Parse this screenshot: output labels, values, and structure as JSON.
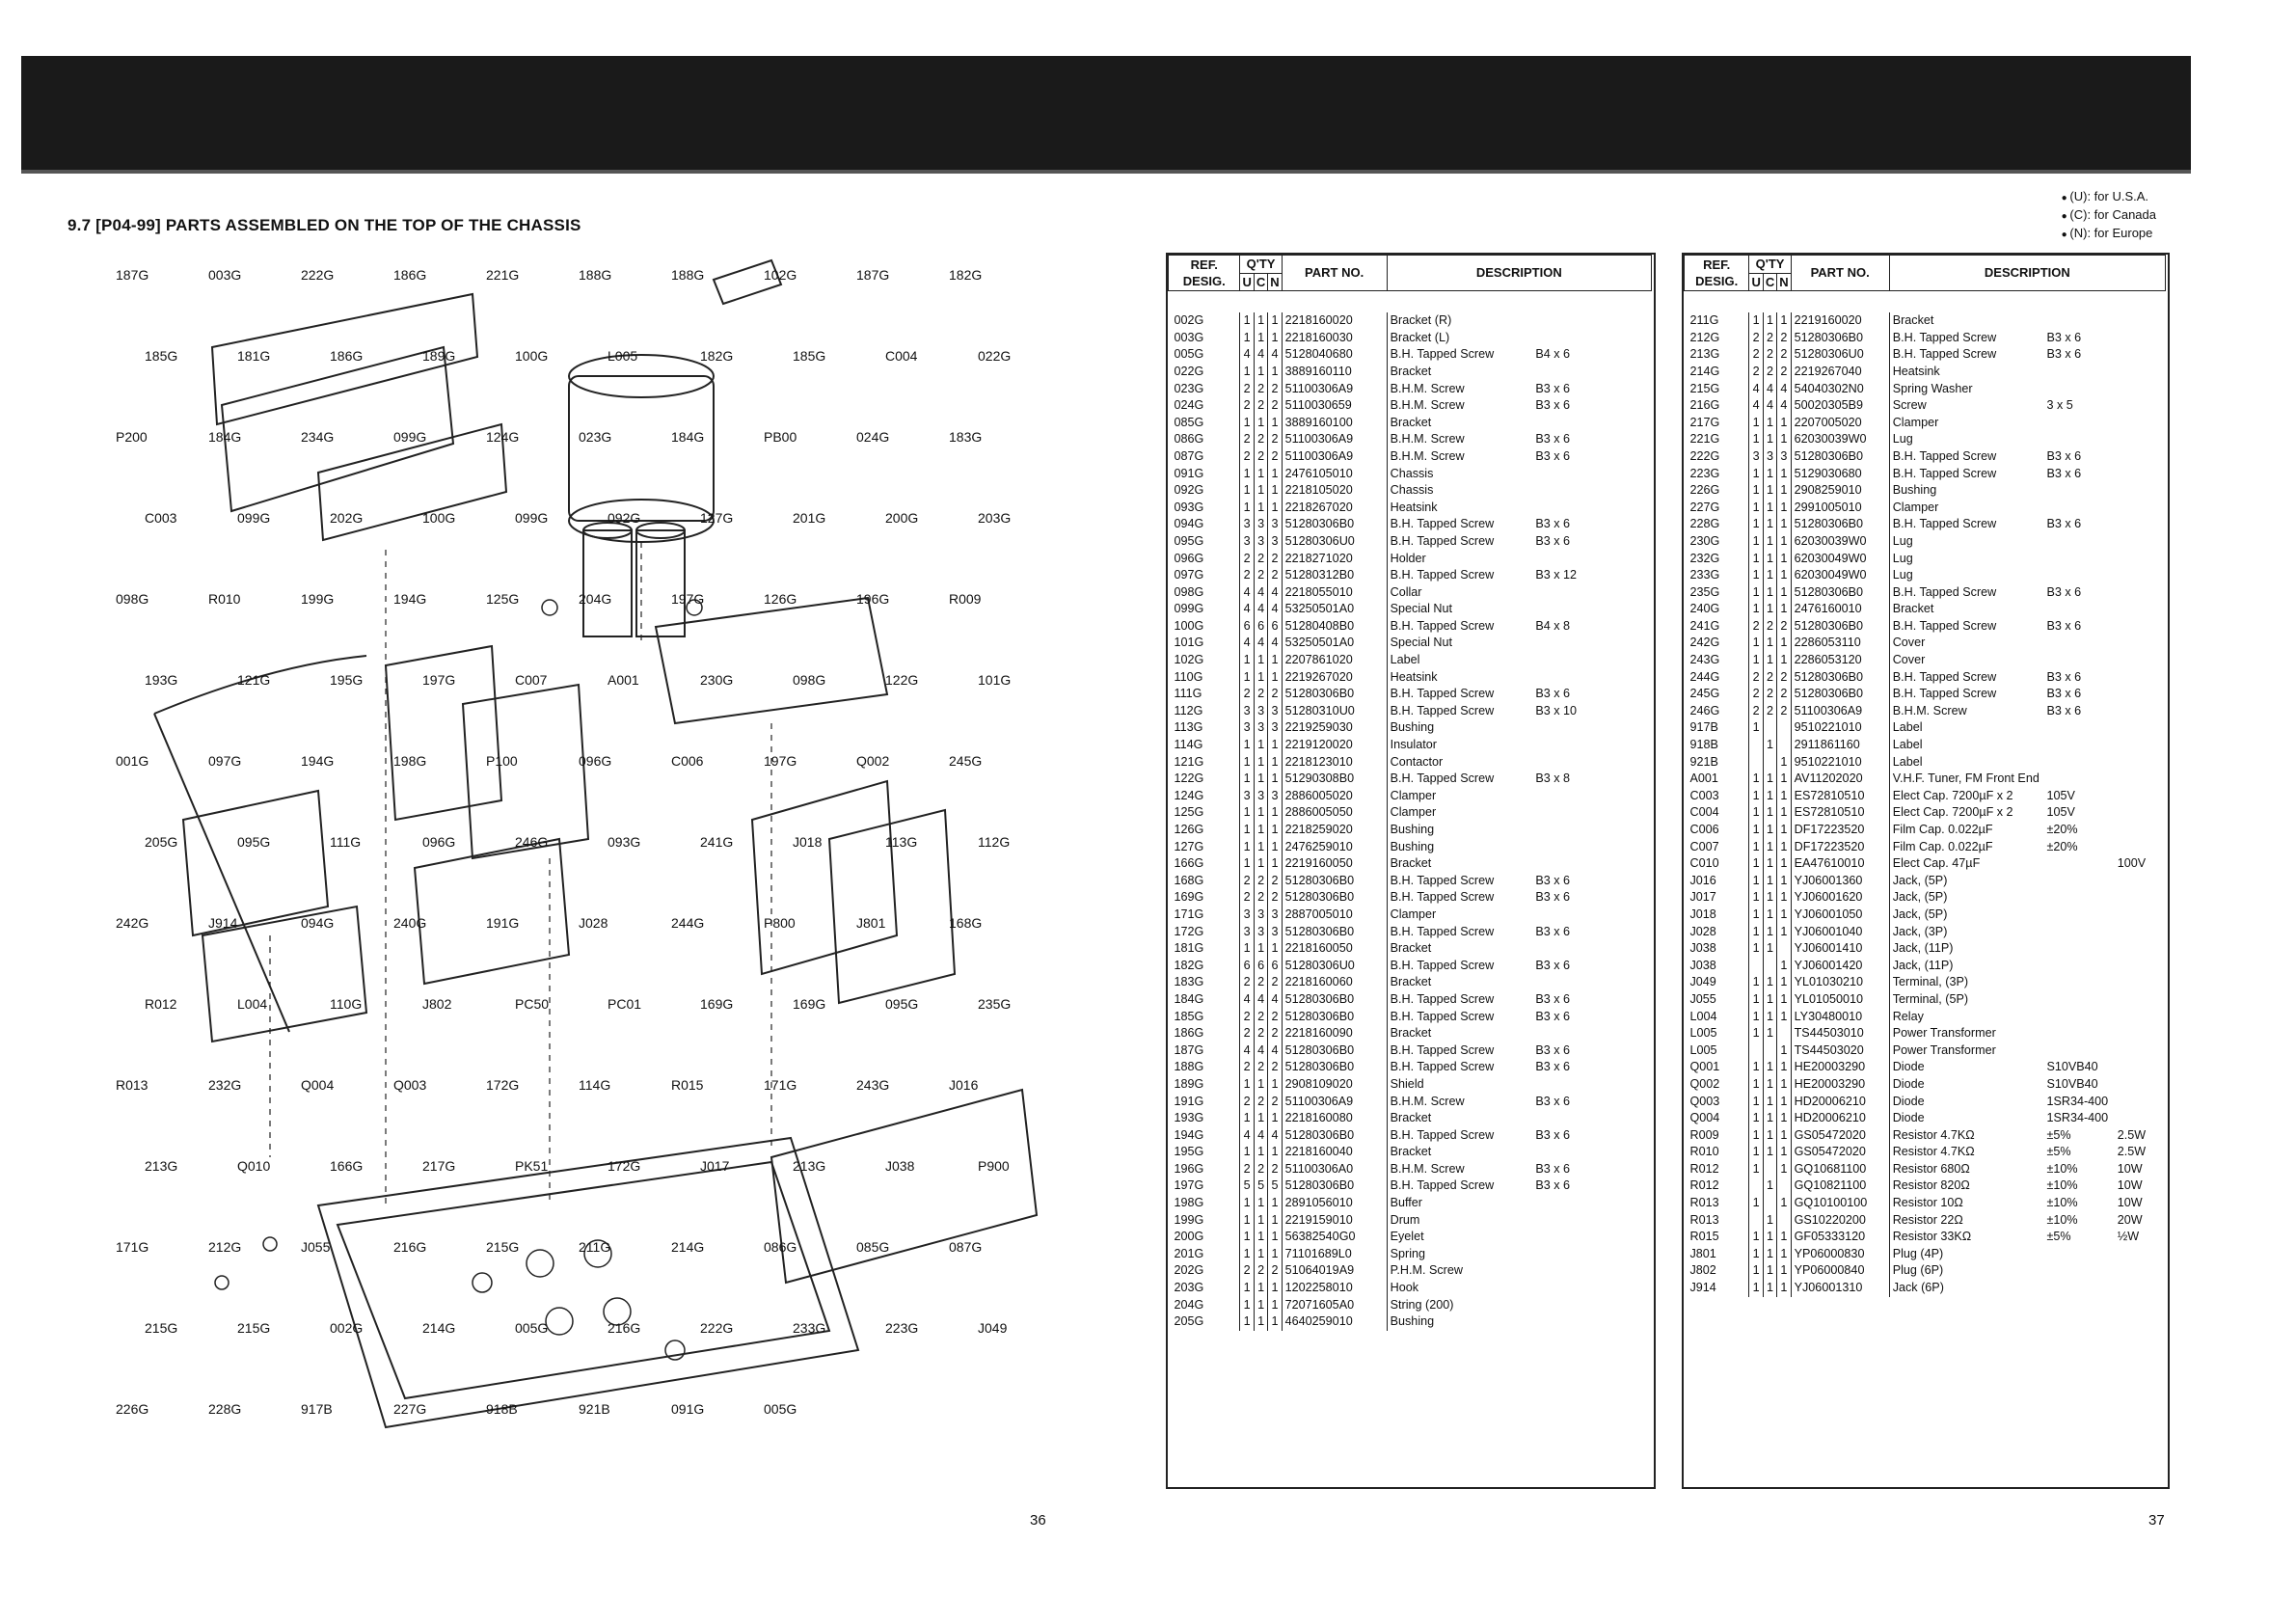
{
  "section_title": "9.7  [P04-99]  PARTS ASSEMBLED ON THE TOP OF THE CHASSIS",
  "legend": [
    "(U): for U.S.A.",
    "(C): for Canada",
    "(N): for Europe"
  ],
  "table_headers": {
    "ref": "REF. DESIG.",
    "qty": "Q'TY",
    "u": "U",
    "c": "C",
    "n": "N",
    "part_no": "PART NO.",
    "description": "DESCRIPTION"
  },
  "page_left": "36",
  "page_right": "37",
  "diagram_labels": [
    "187G",
    "003G",
    "222G",
    "186G",
    "221G",
    "188G",
    "188G",
    "102G",
    "187G",
    "182G",
    "185G",
    "181G",
    "186G",
    "189G",
    "100G",
    "L005",
    "182G",
    "185G",
    "C004",
    "022G",
    "P200",
    "184G",
    "234G",
    "099G",
    "124G",
    "023G",
    "184G",
    "PB00",
    "024G",
    "183G",
    "C003",
    "099G",
    "202G",
    "100G",
    "099G",
    "092G",
    "127G",
    "201G",
    "200G",
    "203G",
    "098G",
    "R010",
    "199G",
    "194G",
    "125G",
    "204G",
    "197G",
    "126G",
    "196G",
    "R009",
    "193G",
    "121G",
    "195G",
    "197G",
    "C007",
    "A001",
    "230G",
    "098G",
    "122G",
    "101G",
    "001G",
    "097G",
    "194G",
    "198G",
    "P100",
    "096G",
    "C006",
    "197G",
    "Q002",
    "245G",
    "205G",
    "095G",
    "111G",
    "096G",
    "246G",
    "093G",
    "241G",
    "J018",
    "113G",
    "112G",
    "242G",
    "J914",
    "094G",
    "240G",
    "191G",
    "J028",
    "244G",
    "P800",
    "J801",
    "168G",
    "R012",
    "L004",
    "110G",
    "J802",
    "PC50",
    "PC01",
    "169G",
    "169G",
    "095G",
    "235G",
    "R013",
    "232G",
    "Q004",
    "Q003",
    "172G",
    "114G",
    "R015",
    "171G",
    "243G",
    "J016",
    "213G",
    "Q010",
    "166G",
    "217G",
    "PK51",
    "172G",
    "J017",
    "213G",
    "J038",
    "P900",
    "171G",
    "212G",
    "J055",
    "216G",
    "215G",
    "211G",
    "214G",
    "086G",
    "085G",
    "087G",
    "215G",
    "215G",
    "002G",
    "214G",
    "005G",
    "216G",
    "222G",
    "233G",
    "223G",
    "J049",
    "226G",
    "228G",
    "917B",
    "227G",
    "918B",
    "921B",
    "091G",
    "005G"
  ],
  "left_table": [
    [
      "002G",
      "1",
      "1",
      "1",
      "2218160020",
      "Bracket (R)",
      "",
      ""
    ],
    [
      "003G",
      "1",
      "1",
      "1",
      "2218160030",
      "Bracket (L)",
      "",
      ""
    ],
    [
      "005G",
      "4",
      "4",
      "4",
      "5128040680",
      "B.H. Tapped Screw",
      "B4 x 6",
      ""
    ],
    [
      "022G",
      "1",
      "1",
      "1",
      "3889160110",
      "Bracket",
      "",
      ""
    ],
    [
      "023G",
      "2",
      "2",
      "2",
      "51100306A9",
      "B.H.M. Screw",
      "B3 x 6",
      ""
    ],
    [
      "024G",
      "2",
      "2",
      "2",
      "5110030659",
      "B.H.M. Screw",
      "B3 x 6",
      ""
    ],
    [
      "085G",
      "1",
      "1",
      "1",
      "3889160100",
      "Bracket",
      "",
      ""
    ],
    [
      "086G",
      "2",
      "2",
      "2",
      "51100306A9",
      "B.H.M. Screw",
      "B3 x 6",
      ""
    ],
    [
      "087G",
      "2",
      "2",
      "2",
      "51100306A9",
      "B.H.M. Screw",
      "B3 x 6",
      ""
    ],
    [
      "091G",
      "1",
      "1",
      "1",
      "2476105010",
      "Chassis",
      "",
      ""
    ],
    [
      "",
      "",
      "",
      "",
      "",
      "",
      "",
      ""
    ],
    [
      "092G",
      "1",
      "1",
      "1",
      "2218105020",
      "Chassis",
      "",
      ""
    ],
    [
      "093G",
      "1",
      "1",
      "1",
      "2218267020",
      "Heatsink",
      "",
      ""
    ],
    [
      "094G",
      "3",
      "3",
      "3",
      "51280306B0",
      "B.H. Tapped Screw",
      "B3 x 6",
      ""
    ],
    [
      "095G",
      "3",
      "3",
      "3",
      "51280306U0",
      "B.H. Tapped Screw",
      "B3 x 6",
      ""
    ],
    [
      "096G",
      "2",
      "2",
      "2",
      "2218271020",
      "Holder",
      "",
      ""
    ],
    [
      "097G",
      "2",
      "2",
      "2",
      "51280312B0",
      "B.H. Tapped Screw",
      "B3 x 12",
      ""
    ],
    [
      "098G",
      "4",
      "4",
      "4",
      "2218055010",
      "Collar",
      "",
      ""
    ],
    [
      "099G",
      "4",
      "4",
      "4",
      "53250501A0",
      "Special Nut",
      "",
      ""
    ],
    [
      "100G",
      "6",
      "6",
      "6",
      "51280408B0",
      "B.H. Tapped Screw",
      "B4 x 8",
      ""
    ],
    [
      "101G",
      "4",
      "4",
      "4",
      "53250501A0",
      "Special Nut",
      "",
      ""
    ],
    [
      "",
      "",
      "",
      "",
      "",
      "",
      "",
      ""
    ],
    [
      "102G",
      "1",
      "1",
      "1",
      "2207861020",
      "Label",
      "",
      ""
    ],
    [
      "110G",
      "1",
      "1",
      "1",
      "2219267020",
      "Heatsink",
      "",
      ""
    ],
    [
      "111G",
      "2",
      "2",
      "2",
      "51280306B0",
      "B.H. Tapped Screw",
      "B3 x 6",
      ""
    ],
    [
      "112G",
      "3",
      "3",
      "3",
      "51280310U0",
      "B.H. Tapped Screw",
      "B3 x 10",
      ""
    ],
    [
      "113G",
      "3",
      "3",
      "3",
      "2219259030",
      "Bushing",
      "",
      ""
    ],
    [
      "114G",
      "1",
      "1",
      "1",
      "2219120020",
      "Insulator",
      "",
      ""
    ],
    [
      "121G",
      "1",
      "1",
      "1",
      "2218123010",
      "Contactor",
      "",
      ""
    ],
    [
      "122G",
      "1",
      "1",
      "1",
      "51290308B0",
      "B.H. Tapped Screw",
      "B3 x 8",
      ""
    ],
    [
      "124G",
      "3",
      "3",
      "3",
      "2886005020",
      "Clamper",
      "",
      ""
    ],
    [
      "125G",
      "1",
      "1",
      "1",
      "2886005050",
      "Clamper",
      "",
      ""
    ],
    [
      "",
      "",
      "",
      "",
      "",
      "",
      "",
      ""
    ],
    [
      "126G",
      "1",
      "1",
      "1",
      "2218259020",
      "Bushing",
      "",
      ""
    ],
    [
      "127G",
      "1",
      "1",
      "1",
      "2476259010",
      "Bushing",
      "",
      ""
    ],
    [
      "166G",
      "1",
      "1",
      "1",
      "2219160050",
      "Bracket",
      "",
      ""
    ],
    [
      "168G",
      "2",
      "2",
      "2",
      "51280306B0",
      "B.H. Tapped Screw",
      "B3 x 6",
      ""
    ],
    [
      "169G",
      "2",
      "2",
      "2",
      "51280306B0",
      "B.H. Tapped Screw",
      "B3 x 6",
      ""
    ],
    [
      "171G",
      "3",
      "3",
      "3",
      "2887005010",
      "Clamper",
      "",
      ""
    ],
    [
      "172G",
      "3",
      "3",
      "3",
      "51280306B0",
      "B.H. Tapped Screw",
      "B3 x 6",
      ""
    ],
    [
      "181G",
      "1",
      "1",
      "1",
      "2218160050",
      "Bracket",
      "",
      ""
    ],
    [
      "182G",
      "6",
      "6",
      "6",
      "51280306U0",
      "B.H. Tapped Screw",
      "B3 x 6",
      ""
    ],
    [
      "183G",
      "2",
      "2",
      "2",
      "2218160060",
      "Bracket",
      "",
      ""
    ],
    [
      "",
      "",
      "",
      "",
      "",
      "",
      "",
      ""
    ],
    [
      "184G",
      "4",
      "4",
      "4",
      "51280306B0",
      "B.H. Tapped Screw",
      "B3 x 6",
      ""
    ],
    [
      "185G",
      "2",
      "2",
      "2",
      "51280306B0",
      "B.H. Tapped Screw",
      "B3 x 6",
      ""
    ],
    [
      "186G",
      "2",
      "2",
      "2",
      "2218160090",
      "Bracket",
      "",
      ""
    ],
    [
      "187G",
      "4",
      "4",
      "4",
      "51280306B0",
      "B.H. Tapped Screw",
      "B3 x 6",
      ""
    ],
    [
      "188G",
      "2",
      "2",
      "2",
      "51280306B0",
      "B.H. Tapped Screw",
      "B3 x 6",
      ""
    ],
    [
      "189G",
      "1",
      "1",
      "1",
      "2908109020",
      "Shield",
      "",
      ""
    ],
    [
      "191G",
      "2",
      "2",
      "2",
      "51100306A9",
      "B.H.M. Screw",
      "B3 x 6",
      ""
    ],
    [
      "193G",
      "1",
      "1",
      "1",
      "2218160080",
      "Bracket",
      "",
      ""
    ],
    [
      "194G",
      "4",
      "4",
      "4",
      "51280306B0",
      "B.H. Tapped Screw",
      "B3 x 6",
      ""
    ],
    [
      "195G",
      "1",
      "1",
      "1",
      "2218160040",
      "Bracket",
      "",
      ""
    ],
    [
      "",
      "",
      "",
      "",
      "",
      "",
      "",
      ""
    ],
    [
      "196G",
      "2",
      "2",
      "2",
      "51100306A0",
      "B.H.M. Screw",
      "B3 x 6",
      ""
    ],
    [
      "197G",
      "5",
      "5",
      "5",
      "51280306B0",
      "B.H. Tapped Screw",
      "B3 x 6",
      ""
    ],
    [
      "198G",
      "1",
      "1",
      "1",
      "2891056010",
      "Buffer",
      "",
      ""
    ],
    [
      "199G",
      "1",
      "1",
      "1",
      "2219159010",
      "Drum",
      "",
      ""
    ],
    [
      "200G",
      "1",
      "1",
      "1",
      "56382540G0",
      "Eyelet",
      "",
      ""
    ],
    [
      "201G",
      "1",
      "1",
      "1",
      "71101689L0",
      "Spring",
      "",
      ""
    ],
    [
      "202G",
      "2",
      "2",
      "2",
      "51064019A9",
      "P.H.M. Screw",
      "",
      ""
    ],
    [
      "203G",
      "1",
      "1",
      "1",
      "1202258010",
      "Hook",
      "",
      ""
    ],
    [
      "204G",
      "1",
      "1",
      "1",
      "72071605A0",
      "String (200)",
      "",
      ""
    ],
    [
      "205G",
      "1",
      "1",
      "1",
      "4640259010",
      "Bushing",
      "",
      ""
    ]
  ],
  "right_table": [
    [
      "211G",
      "1",
      "1",
      "1",
      "2219160020",
      "Bracket",
      "",
      ""
    ],
    [
      "212G",
      "2",
      "2",
      "2",
      "51280306B0",
      "B.H. Tapped Screw",
      "B3 x 6",
      ""
    ],
    [
      "213G",
      "2",
      "2",
      "2",
      "51280306U0",
      "B.H. Tapped Screw",
      "B3 x 6",
      ""
    ],
    [
      "214G",
      "2",
      "2",
      "2",
      "2219267040",
      "Heatsink",
      "",
      ""
    ],
    [
      "215G",
      "4",
      "4",
      "4",
      "54040302N0",
      "Spring Washer",
      "",
      ""
    ],
    [
      "216G",
      "4",
      "4",
      "4",
      "50020305B9",
      "Screw",
      "3 x 5",
      ""
    ],
    [
      "217G",
      "1",
      "1",
      "1",
      "2207005020",
      "Clamper",
      "",
      ""
    ],
    [
      "221G",
      "1",
      "1",
      "1",
      "62030039W0",
      "Lug",
      "",
      ""
    ],
    [
      "222G",
      "3",
      "3",
      "3",
      "51280306B0",
      "B.H. Tapped Screw",
      "B3 x 6",
      ""
    ],
    [
      "223G",
      "1",
      "1",
      "1",
      "5129030680",
      "B.H. Tapped Screw",
      "B3 x 6",
      ""
    ],
    [
      "",
      "",
      "",
      "",
      "",
      "",
      "",
      ""
    ],
    [
      "226G",
      "1",
      "1",
      "1",
      "2908259010",
      "Bushing",
      "",
      ""
    ],
    [
      "227G",
      "1",
      "1",
      "1",
      "2991005010",
      "Clamper",
      "",
      ""
    ],
    [
      "228G",
      "1",
      "1",
      "1",
      "51280306B0",
      "B.H. Tapped Screw",
      "B3 x 6",
      ""
    ],
    [
      "230G",
      "1",
      "1",
      "1",
      "62030039W0",
      "Lug",
      "",
      ""
    ],
    [
      "232G",
      "1",
      "1",
      "1",
      "62030049W0",
      "Lug",
      "",
      ""
    ],
    [
      "233G",
      "1",
      "1",
      "1",
      "62030049W0",
      "Lug",
      "",
      ""
    ],
    [
      "235G",
      "1",
      "1",
      "1",
      "51280306B0",
      "B.H. Tapped Screw",
      "B3 x 6",
      ""
    ],
    [
      "240G",
      "1",
      "1",
      "1",
      "2476160010",
      "Bracket",
      "",
      ""
    ],
    [
      "241G",
      "2",
      "2",
      "2",
      "51280306B0",
      "B.H. Tapped Screw",
      "B3 x 6",
      ""
    ],
    [
      "242G",
      "1",
      "1",
      "1",
      "2286053110",
      "Cover",
      "",
      ""
    ],
    [
      "",
      "",
      "",
      "",
      "",
      "",
      "",
      ""
    ],
    [
      "243G",
      "1",
      "1",
      "1",
      "2286053120",
      "Cover",
      "",
      ""
    ],
    [
      "244G",
      "2",
      "2",
      "2",
      "51280306B0",
      "B.H. Tapped Screw",
      "B3 x 6",
      ""
    ],
    [
      "245G",
      "2",
      "2",
      "2",
      "51280306B0",
      "B.H. Tapped Screw",
      "B3 x 6",
      ""
    ],
    [
      "246G",
      "2",
      "2",
      "2",
      "51100306A9",
      "B.H.M. Screw",
      "B3 x 6",
      ""
    ],
    [
      "",
      "",
      "",
      "",
      "",
      "",
      "",
      ""
    ],
    [
      "917B",
      "1",
      "",
      "",
      "9510221010",
      "Label",
      "",
      ""
    ],
    [
      "918B",
      "",
      "1",
      "",
      "2911861160",
      "Label",
      "",
      ""
    ],
    [
      "921B",
      "",
      "",
      "1",
      "9510221010",
      "Label",
      "",
      ""
    ],
    [
      "",
      "",
      "",
      "",
      "",
      "",
      "",
      ""
    ],
    [
      "A001",
      "1",
      "1",
      "1",
      "AV11202020",
      "V.H.F. Tuner, FM Front End",
      "",
      ""
    ],
    [
      "",
      "",
      "",
      "",
      "",
      "",
      "",
      ""
    ],
    [
      "C003",
      "1",
      "1",
      "1",
      "ES72810510",
      "Elect Cap. 7200µF x 2",
      "105V",
      ""
    ],
    [
      "C004",
      "1",
      "1",
      "1",
      "ES72810510",
      "Elect Cap. 7200µF x 2",
      "105V",
      ""
    ],
    [
      "C006",
      "1",
      "1",
      "1",
      "DF17223520",
      "Film Cap. 0.022µF",
      "±20%",
      ""
    ],
    [
      "C007",
      "1",
      "1",
      "1",
      "DF17223520",
      "Film Cap. 0.022µF",
      "±20%",
      ""
    ],
    [
      "C010",
      "1",
      "1",
      "1",
      "EA47610010",
      "Elect Cap.    47µF",
      "",
      "100V"
    ],
    [
      "",
      "",
      "",
      "",
      "",
      "",
      "",
      ""
    ],
    [
      "J016",
      "1",
      "1",
      "1",
      "YJ06001360",
      "Jack,  (5P)",
      "",
      ""
    ],
    [
      "J017",
      "1",
      "1",
      "1",
      "YJ06001620",
      "Jack,  (5P)",
      "",
      ""
    ],
    [
      "J018",
      "1",
      "1",
      "1",
      "YJ06001050",
      "Jack,  (5P)",
      "",
      ""
    ],
    [
      "J028",
      "1",
      "1",
      "1",
      "YJ06001040",
      "Jack,  (3P)",
      "",
      ""
    ],
    [
      "J038",
      "1",
      "1",
      "",
      "YJ06001410",
      "Jack,  (11P)",
      "",
      ""
    ],
    [
      "J038",
      "",
      "",
      "1",
      "YJ06001420",
      "Jack,  (11P)",
      "",
      ""
    ],
    [
      "J049",
      "1",
      "1",
      "1",
      "YL01030210",
      "Terminal,  (3P)",
      "",
      ""
    ],
    [
      "J055",
      "1",
      "1",
      "1",
      "YL01050010",
      "Terminal,  (5P)",
      "",
      ""
    ],
    [
      "",
      "",
      "",
      "",
      "",
      "",
      "",
      ""
    ],
    [
      "L004",
      "1",
      "1",
      "1",
      "LY30480010",
      "Relay",
      "",
      ""
    ],
    [
      "L005",
      "1",
      "1",
      "",
      "TS44503010",
      "Power Transformer",
      "",
      ""
    ],
    [
      "L005",
      "",
      "",
      "1",
      "TS44503020",
      "Power Transformer",
      "",
      ""
    ],
    [
      "Q001",
      "1",
      "1",
      "1",
      "HE20003290",
      "Diode",
      "S10VB40",
      ""
    ],
    [
      "Q002",
      "1",
      "1",
      "1",
      "HE20003290",
      "Diode",
      "S10VB40",
      ""
    ],
    [
      "Q003",
      "1",
      "1",
      "1",
      "HD20006210",
      "Diode",
      "1SR34-400",
      ""
    ],
    [
      "Q004",
      "1",
      "1",
      "1",
      "HD20006210",
      "Diode",
      "1SR34-400",
      ""
    ],
    [
      "",
      "",
      "",
      "",
      "",
      "",
      "",
      ""
    ],
    [
      "R009",
      "1",
      "1",
      "1",
      "GS05472020",
      "Resistor  4.7KΩ",
      "±5%",
      "2.5W"
    ],
    [
      "R010",
      "1",
      "1",
      "1",
      "GS05472020",
      "Resistor  4.7KΩ",
      "±5%",
      "2.5W"
    ],
    [
      "R012",
      "1",
      "",
      "1",
      "GQ10681100",
      "Resistor   680Ω",
      "±10%",
      "10W"
    ],
    [
      "R012",
      "",
      "1",
      "",
      "GQ10821100",
      "Resistor   820Ω",
      "±10%",
      "10W"
    ],
    [
      "R013",
      "1",
      "",
      "1",
      "GQ10100100",
      "Resistor    10Ω",
      "±10%",
      "10W"
    ],
    [
      "R013",
      "",
      "1",
      "",
      "GS10220200",
      "Resistor    22Ω",
      "±10%",
      "20W"
    ],
    [
      "R015",
      "1",
      "1",
      "1",
      "GF05333120",
      "Resistor  33KΩ",
      "±5%",
      "½W"
    ],
    [
      "J801",
      "1",
      "1",
      "1",
      "YP06000830",
      "Plug  (4P)",
      "",
      ""
    ],
    [
      "J802",
      "1",
      "1",
      "1",
      "YP06000840",
      "Plug  (6P)",
      "",
      ""
    ],
    [
      "J914",
      "1",
      "1",
      "1",
      "YJ06001310",
      "Jack  (6P)",
      "",
      ""
    ]
  ]
}
